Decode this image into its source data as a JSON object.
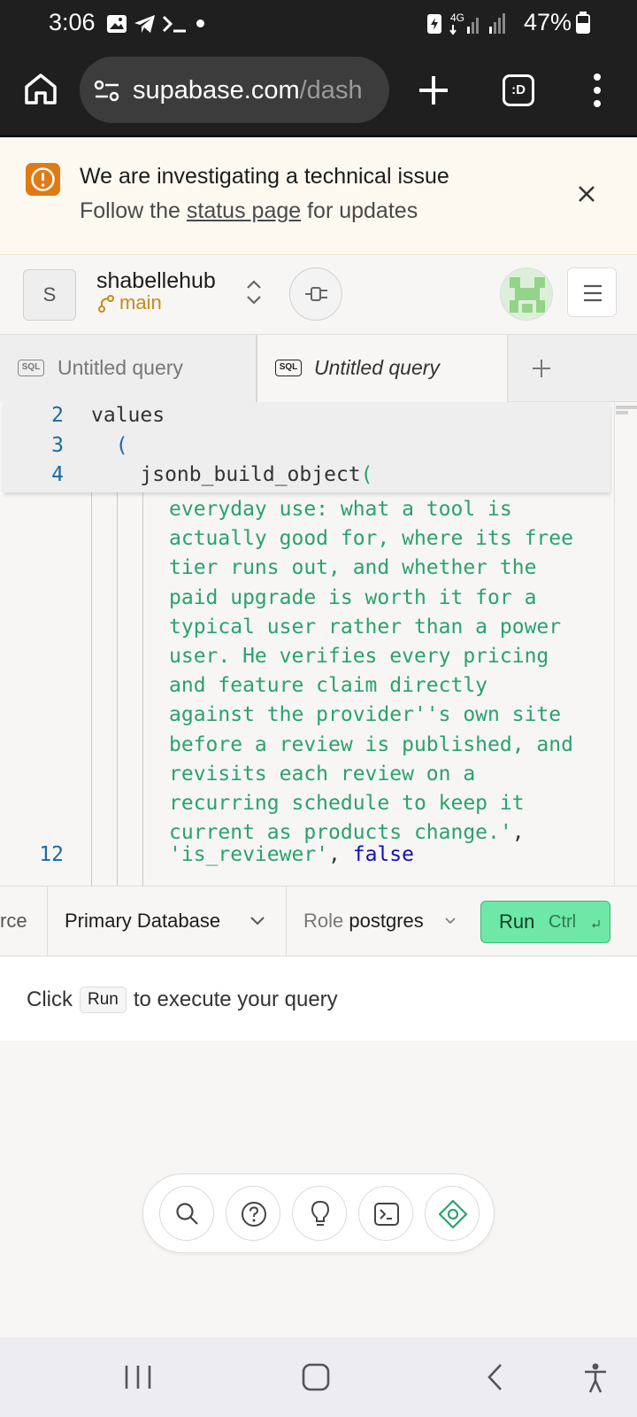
{
  "status_bar": {
    "time": "3:06",
    "battery": "47%",
    "network": "4G"
  },
  "browser": {
    "url_host": "supabase.com",
    "url_path": "/dash",
    "tab_switcher_label": ":D"
  },
  "banner": {
    "title": "We are investigating a technical issue",
    "text_before": "Follow the ",
    "link": "status page",
    "text_after": " for updates"
  },
  "project": {
    "avatar_letter": "S",
    "name": "shabellehub",
    "branch": "main"
  },
  "tabs": [
    {
      "badge": "SQL",
      "label": "Untitled query",
      "active": false
    },
    {
      "badge": "SQL",
      "label": "Untitled query",
      "active": true
    }
  ],
  "sticky_lines": [
    {
      "num": "2",
      "code": "values"
    },
    {
      "num": "3",
      "code": "  ("
    },
    {
      "num": "4",
      "code": "    jsonb_build_object",
      "paren": "("
    }
  ],
  "string_lines": [
    "everyday use: what a tool is",
    "actually good for, where its free",
    "tier runs out, and whether the",
    "paid upgrade is worth it for a",
    "typical user rather than a power",
    "user. He verifies every pricing",
    "and feature claim directly",
    "against the provider''s own site",
    "before a review is published, and",
    "revisits each review on a",
    "recurring schedule to keep it",
    "current as products change.'"
  ],
  "last_line": {
    "num": "12",
    "key": "'is_reviewer'",
    "sep": ", ",
    "value": "false"
  },
  "toolbar": {
    "source_partial": "rce",
    "database": "Primary Database",
    "role_label": "Role",
    "role_value": "postgres",
    "run_label": "Run",
    "run_shortcut": "Ctrl"
  },
  "result": {
    "text_before": "Click",
    "kbd": "Run",
    "text_after": "to execute your query"
  },
  "dock_icons": [
    "search-icon",
    "help-icon",
    "lightbulb-icon",
    "terminal-icon",
    "assistant-icon"
  ],
  "colors": {
    "string_green": "#2aa26b",
    "keyword_blue": "#1010b8",
    "line_number_blue": "#1a6aa3",
    "run_green": "#6ee7a7",
    "warning_orange": "#e07a14",
    "branch_orange": "#c98a18"
  }
}
